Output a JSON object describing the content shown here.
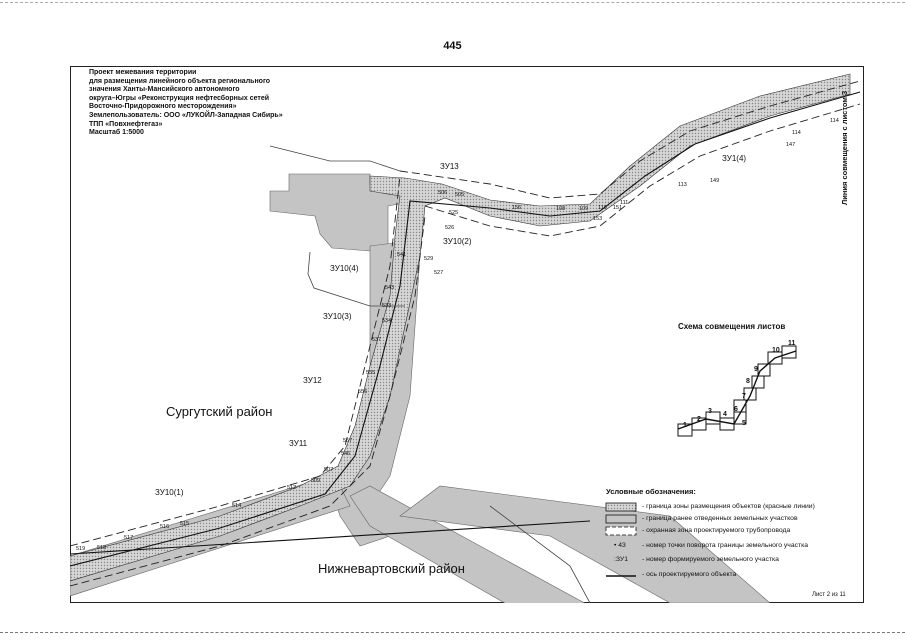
{
  "page_number": "445",
  "header": {
    "lines": [
      "Проект межевания территории",
      "для размещения линейного объекта регионального",
      "значения Ханты-Мансийского автономного",
      "округа–Югры «Реконструкция нефтесборных сетей",
      "Восточно-Придорожного месторождения»",
      "Землепользователь: ООО «ЛУКОЙЛ-Западная Сибирь»",
      "ТПП «Повхнефтегаз»",
      "Масштаб 1:5000"
    ]
  },
  "districts": {
    "surgut": "Сургутский район",
    "nizhnevartovsk": "Нижневартовский район"
  },
  "parcel_labels": [
    "ЗУ13",
    "ЗУ10(2)",
    "ЗУ10(4)",
    "ЗУ10(3)",
    "ЗУ12",
    "ЗУ11",
    "ЗУ10(1)",
    "ЗУ1(4)"
  ],
  "point_labels": [
    "506",
    "505",
    "156",
    "108",
    "109",
    "110",
    "111",
    "151",
    "153",
    "113",
    "149",
    "147",
    "114",
    "114",
    "525",
    "526",
    "529",
    "527",
    "541",
    "543",
    "533",
    "534",
    "537",
    "555",
    "556",
    "557",
    "546",
    "507",
    "509",
    "512",
    "514",
    "515",
    "516",
    "517",
    "518",
    "519"
  ],
  "sheet_join_label": "Линия совмещения с листом 3",
  "scheme": {
    "title": "Схема совмещения листов",
    "numbers": [
      "1",
      "2",
      "3",
      "4",
      "5",
      "6",
      "7",
      "8",
      "9",
      "10",
      "11"
    ]
  },
  "legend": {
    "title": "Условные обозначения:",
    "items": [
      {
        "symbol": "hatched-box",
        "text": "- граница зоны размещения объектов (красные линии)"
      },
      {
        "symbol": "grey-box",
        "text": "- граница ранее отведенных земельных участков"
      },
      {
        "symbol": "dashed-box",
        "text": "- охранная зона проектируемого трубопровода"
      },
      {
        "symbol": "dot",
        "symbol_text": "• 43",
        "text": "- номер точки поворота границы земельного участка"
      },
      {
        "symbol": "text",
        "symbol_text": ":ЗУ1",
        "text": "- номер формируемого земельного участка"
      },
      {
        "symbol": "line",
        "text": "- ось проектируемого объекта"
      }
    ]
  },
  "sheet_label": "Лист 2 из 11",
  "colors": {
    "hatch_grey": "#bdbdbd",
    "dark_grey": "#9a9a9a",
    "line": "#111111"
  }
}
